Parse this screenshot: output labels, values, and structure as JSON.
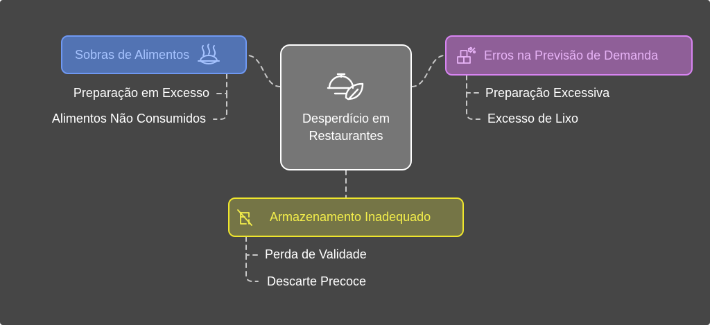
{
  "diagram": {
    "center": {
      "title": "Desperdício em Restaurantes",
      "icon": "dish-leaf-icon"
    },
    "topics": [
      {
        "id": "sobras",
        "label": "Sobras de Alimentos",
        "icon": "food-steam-icon",
        "color": "#6f98f2",
        "items": [
          "Preparação em Excesso",
          "Alimentos Não Consumidos"
        ]
      },
      {
        "id": "erros",
        "label": "Erros na Previsão de Demanda",
        "icon": "forecast-blocks-icon",
        "color": "#d884f2",
        "items": [
          "Preparação Excessiva",
          "Excesso de Lixo"
        ]
      },
      {
        "id": "armazenamento",
        "label": "Armazenamento Inadequado",
        "icon": "broken-storage-icon",
        "color": "#efe62d",
        "items": [
          "Perda de Validade",
          "Descarte Precoce"
        ]
      }
    ]
  }
}
